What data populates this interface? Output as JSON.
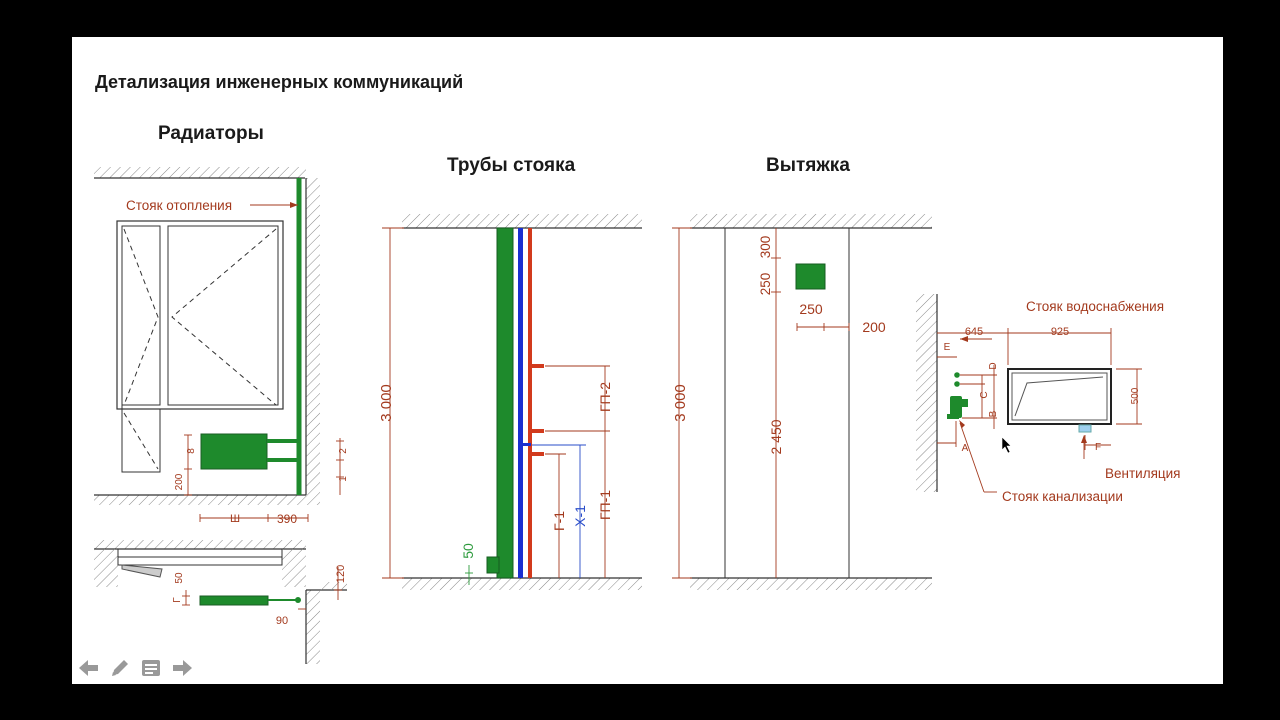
{
  "slide": {
    "title": "Детализация инженерных коммуникаций",
    "sections": {
      "radiators": "Радиаторы",
      "riser_pipes": "Трубы стояка",
      "exhaust": "Вытяжка"
    }
  },
  "radiators": {
    "heating_riser_label": "Стояк отопления",
    "dims": {
      "d8": "8",
      "d200": "200",
      "d2": "2",
      "d1": "1",
      "w": "Ш",
      "d390": "390",
      "d50": "50",
      "g": "Г",
      "d120": "120",
      "d90": "90"
    }
  },
  "riser": {
    "height": "3 000",
    "d50": "50",
    "gp2": "ГП-2",
    "gp1": "ГП-1",
    "g1": "Г-1",
    "x1": "Х-1"
  },
  "exhaust": {
    "height": "3 000",
    "d300": "300",
    "d250v": "250",
    "d250h": "250",
    "d200": "200",
    "d2450": "2 450"
  },
  "plumbing": {
    "water_riser_label": "Стояк водоснабжения",
    "sewer_riser_label": "Стояк канализации",
    "ventilation_label": "Вентиляция",
    "d645": "645",
    "d925": "925",
    "d500": "500",
    "e": "E",
    "d": "D",
    "c": "C",
    "b": "B",
    "a": "A",
    "f": "F"
  },
  "controls": [
    "prev-arrow-icon",
    "pencil-icon",
    "notes-icon",
    "next-arrow-icon"
  ],
  "colors": {
    "dimension": "#a33a1e",
    "green": "#1e8a2c",
    "blue": "#1a2fd0",
    "red": "#d23a1c",
    "blue_dim": "#2a4dc9",
    "green_dim": "#2c9a3c"
  }
}
